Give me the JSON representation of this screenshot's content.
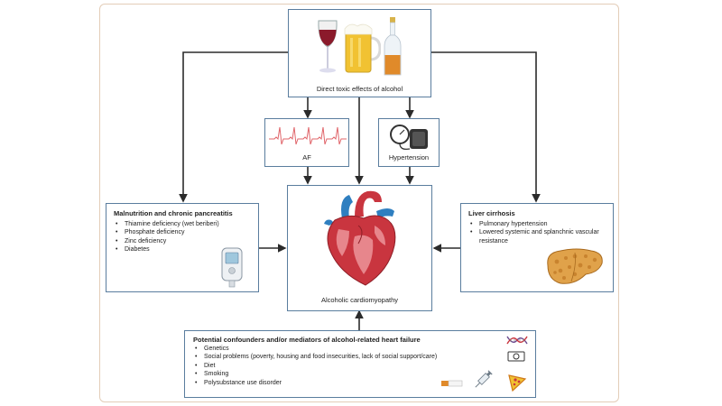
{
  "top_box": {
    "label": "Direct toxic effects of alcohol"
  },
  "af_box": {
    "label": "AF"
  },
  "hypertension_box": {
    "label": "Hypertension"
  },
  "malnutrition_box": {
    "title": "Malnutrition and chronic pancreatitis",
    "items": [
      "Thiamine deficiency (wet beriberi)",
      "Phosphate deficiency",
      "Zinc deficiency",
      "Diabetes"
    ]
  },
  "liver_box": {
    "title": "Liver cirrhosis",
    "items": [
      "Pulmonary hypertension",
      "Lowered systemic and splanchnic vascular resistance"
    ]
  },
  "center_box": {
    "label": "Alcoholic cardiomyopathy"
  },
  "confounders_box": {
    "title": "Potential confounders and/or mediators of alcohol-related heart failure",
    "items": [
      "Genetics",
      "Social problems (poverty, housing and food insecurities, lack of social support/care)",
      "Diet",
      "Smoking",
      "Polysubstance use disorder"
    ]
  },
  "colors": {
    "box_border": "#5a7d9e",
    "frame_border": "#e3cdb8",
    "arrow": "#2b2b2b",
    "ecg_line": "#e0656a",
    "heart_red": "#c9353f",
    "heart_blue": "#2f7fc0",
    "liver": "#e0a24a"
  },
  "icons": [
    "wine-glass-icon",
    "beer-mug-icon",
    "liquor-bottle-icon",
    "ecg-trace-icon",
    "blood-pressure-monitor-icon",
    "heart-icon",
    "glucometer-icon",
    "cirrhotic-liver-icon",
    "dna-icon",
    "money-icon",
    "cigarette-icon",
    "syringe-icon",
    "pizza-slice-icon"
  ]
}
